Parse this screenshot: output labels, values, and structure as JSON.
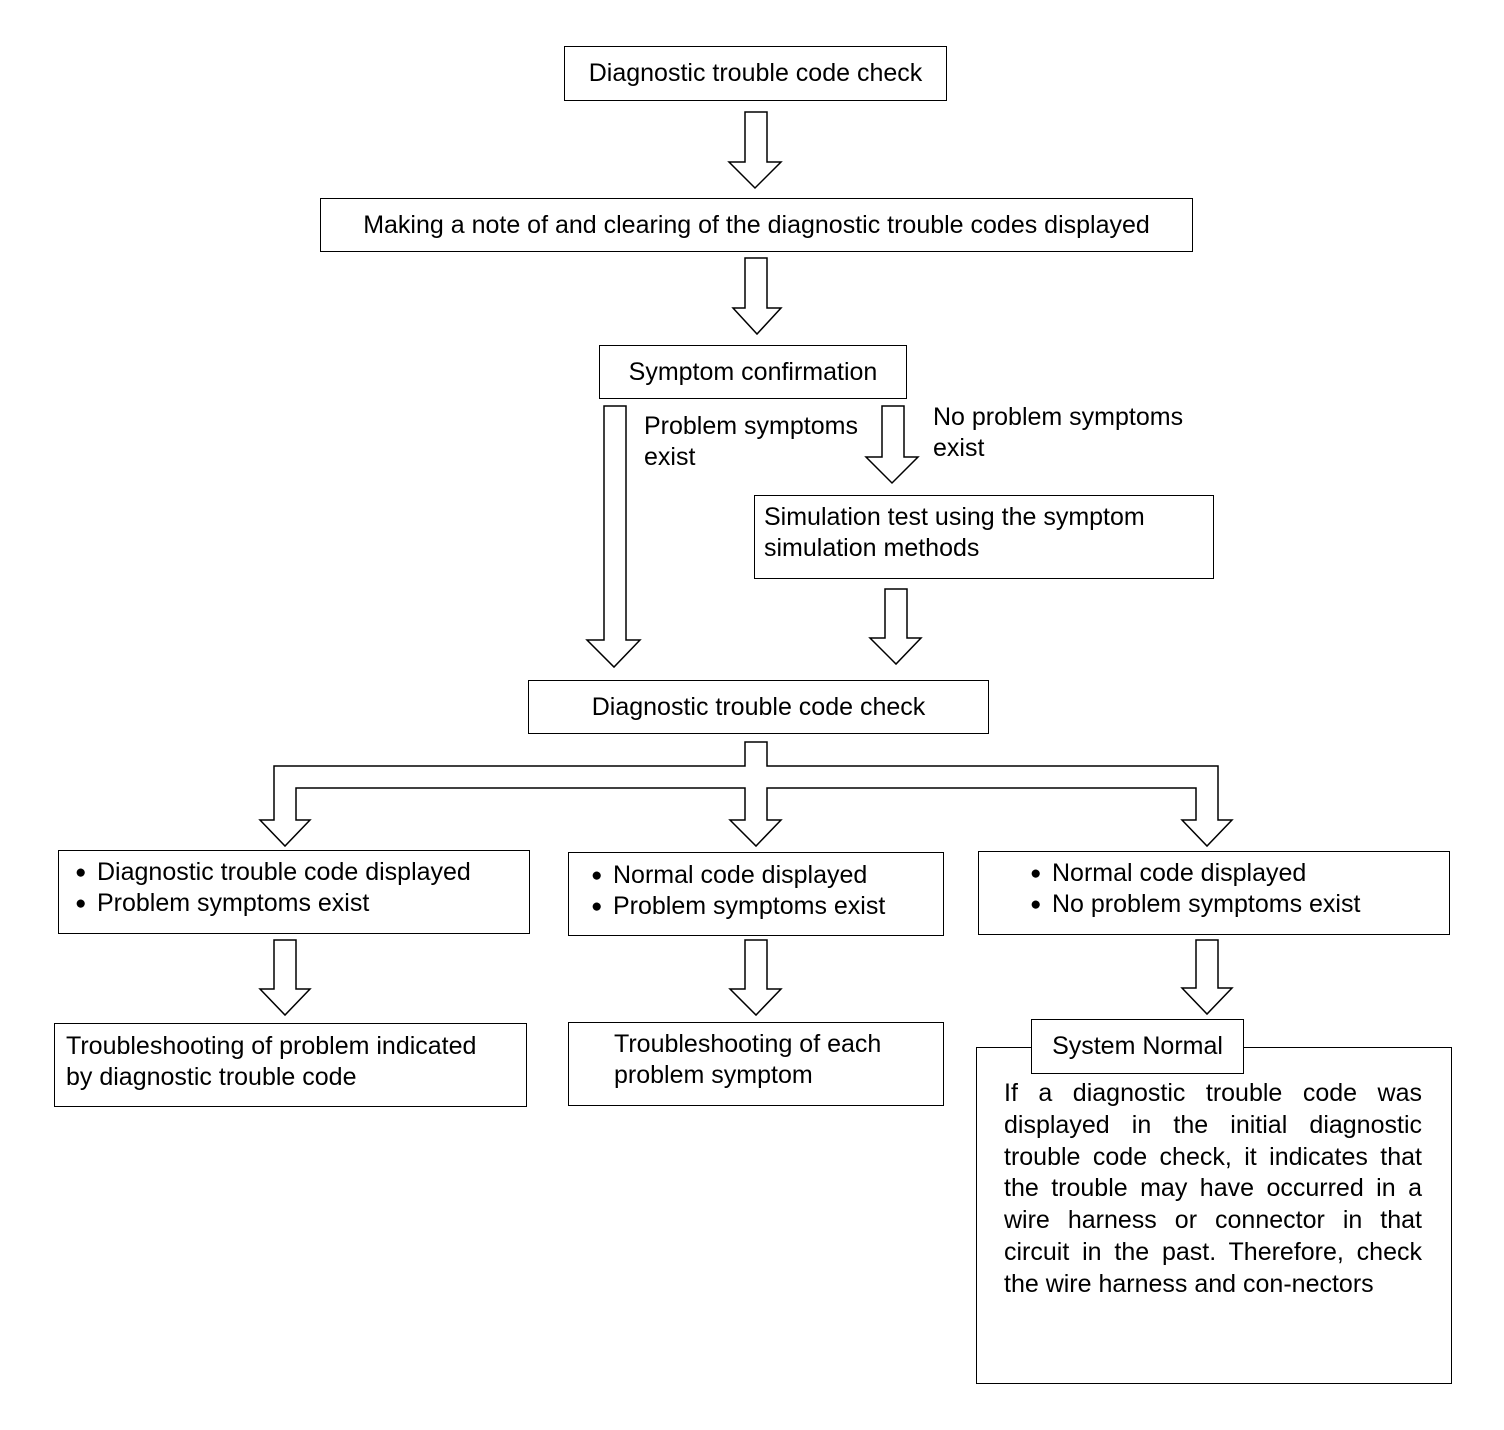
{
  "boxes": {
    "dtc_check_1": "Diagnostic trouble code check",
    "note_clear": "Making a note of and clearing of the diagnostic trouble codes displayed",
    "symptom_confirmation": "Symptom confirmation",
    "simulation_test": [
      "Simulation test using the symptom",
      "simulation methods"
    ],
    "dtc_check_2": "Diagnostic trouble code check"
  },
  "branch_labels": {
    "problem_exist": [
      "Problem symptoms",
      "exist"
    ],
    "no_problem": [
      "No problem symptoms",
      "exist"
    ]
  },
  "conditions": {
    "left": [
      "Diagnostic trouble code displayed",
      "Problem symptoms exist"
    ],
    "middle": [
      "Normal code displayed",
      "Problem symptoms exist"
    ],
    "right": [
      "Normal code displayed",
      "No problem symptoms exist"
    ]
  },
  "results": {
    "left": [
      "Troubleshooting of problem indicated",
      "by diagnostic trouble code"
    ],
    "middle": [
      "Troubleshooting of each",
      "problem symptom"
    ],
    "right_title": "System Normal",
    "right_note": "If a diagnostic trouble code was displayed in the initial diagnostic trouble code check, it indicates that the trouble may have occurred in a wire harness or connector in that circuit in the past. Therefore, check the wire harness and con-nectors"
  }
}
